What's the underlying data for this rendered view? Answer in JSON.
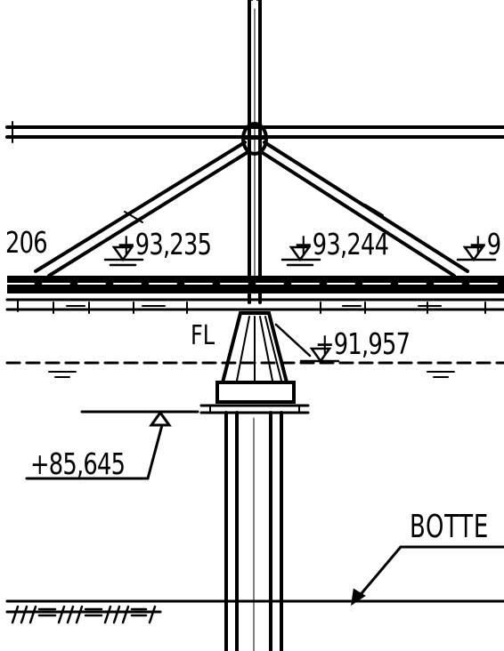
{
  "labels": {
    "elev_left_cut": "206",
    "elev_left": "+93,235",
    "elev_right": "+93,244",
    "elev_right_cut": "+9",
    "fl": "FL",
    "elev_water": "+91,957",
    "elev_pile": "+85,645",
    "bottom_cut": "BOTTE"
  },
  "colors": {
    "ink": "#000000",
    "paper": "#ffffff"
  }
}
